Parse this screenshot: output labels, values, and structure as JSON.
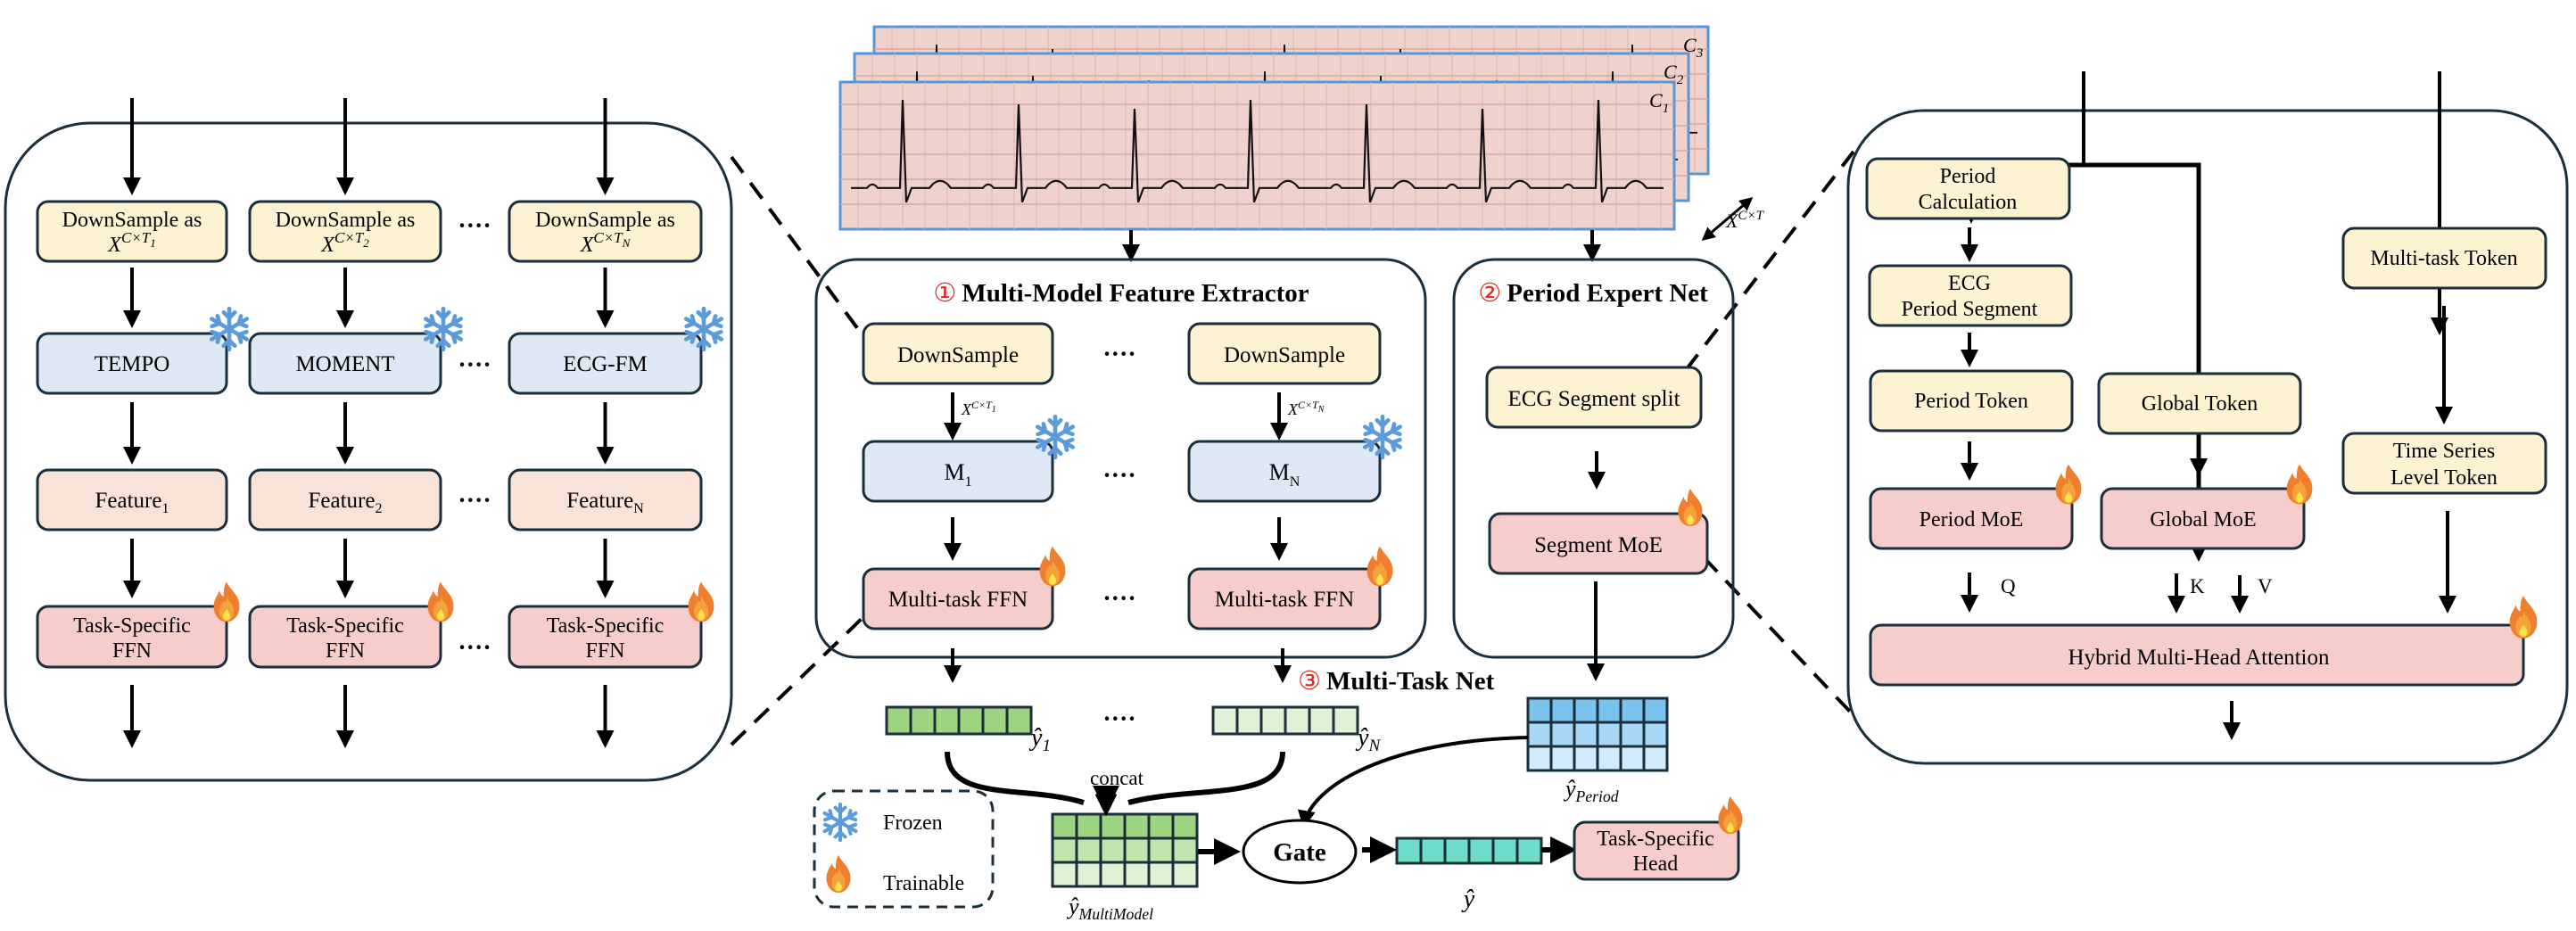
{
  "colors": {
    "yellow_fill": "#fdf3d3",
    "blue_fill": "#dfe9f5",
    "peach_fill": "#f9e2d8",
    "pink_fill": "#f6cdcb",
    "stroke": "#1a2e3b",
    "ecg_bg": "#f0d2cc",
    "ecg_border": "#5b95d4",
    "accent_red": "#e0261f",
    "frozen_blue": "#5a9bd8",
    "flame_orange": "#ef7e2e",
    "teal": "#6ddcc8",
    "green_dark": "#9dd47f",
    "green_mid": "#c1e3ac",
    "green_light": "#e0f2d6",
    "blue_dark": "#79c3ee",
    "blue_mid": "#a8d8f5",
    "blue_light": "#d2ecfb"
  },
  "ecg": {
    "channels": [
      "C",
      "C",
      "C"
    ],
    "channel_subs": [
      "1",
      "2",
      "3"
    ],
    "dim_label": "X",
    "dim_sup": "C×T"
  },
  "left_panel": {
    "columns": [
      {
        "downsample": "DownSample as",
        "x_sub": "1",
        "model": "TEMPO",
        "feature": "Feature",
        "feature_sub": "1",
        "ffn_line1": "Task-Specific",
        "ffn_line2": "FFN"
      },
      {
        "downsample": "DownSample as",
        "x_sub": "2",
        "model": "MOMENT",
        "feature": "Feature",
        "feature_sub": "2",
        "ffn_line1": "Task-Specific",
        "ffn_line2": "FFN"
      },
      {
        "downsample": "DownSample as",
        "x_sub": "N",
        "model": "ECG-FM",
        "feature": "Feature",
        "feature_sub": "N",
        "ffn_line1": "Task-Specific",
        "ffn_line2": "FFN"
      }
    ],
    "x_base": "X",
    "x_sup": "C×T",
    "ellipsis": "····"
  },
  "mmfe": {
    "number": "①",
    "title": "Multi-Model Feature Extractor",
    "columns": [
      {
        "downsample": "DownSample",
        "arrow_sub": "1",
        "model": "M",
        "model_sub": "1",
        "ffn": "Multi-task FFN"
      },
      {
        "downsample": "DownSample",
        "arrow_sub": "N",
        "model": "M",
        "model_sub": "N",
        "ffn": "Multi-task FFN"
      }
    ]
  },
  "pen": {
    "number": "②",
    "title": "Period Expert Net",
    "split": "ECG Segment split",
    "moe": "Segment MoE"
  },
  "mtn": {
    "number": "③",
    "title": "Multi-Task Net",
    "y1_label": "ŷ",
    "y1_sub": "1",
    "yN_label": "ŷ",
    "yN_sub": "N",
    "concat": "concat",
    "y_period": "ŷ",
    "y_period_sub": "Period",
    "y_multimodel": "ŷ",
    "y_multimodel_sub": "MultiModel",
    "gate": "Gate",
    "y_hat": "ŷ",
    "head_line1": "Task-Specific",
    "head_line2": "Head"
  },
  "legend": {
    "frozen": "Frozen",
    "trainable": "Trainable"
  },
  "right_panel": {
    "period_calc_1": "Period",
    "period_calc_2": "Calculation",
    "ecg_seg_1": "ECG",
    "ecg_seg_2": "Period Segment",
    "period_token": "Period Token",
    "global_token": "Global Token",
    "multitask_token": "Multi-task Token",
    "ts_token_1": "Time Series",
    "ts_token_2": "Level Token",
    "period_moe": "Period MoE",
    "global_moe": "Global MoE",
    "q": "Q",
    "k": "K",
    "v": "V",
    "attention": "Hybrid Multi-Head Attention"
  }
}
